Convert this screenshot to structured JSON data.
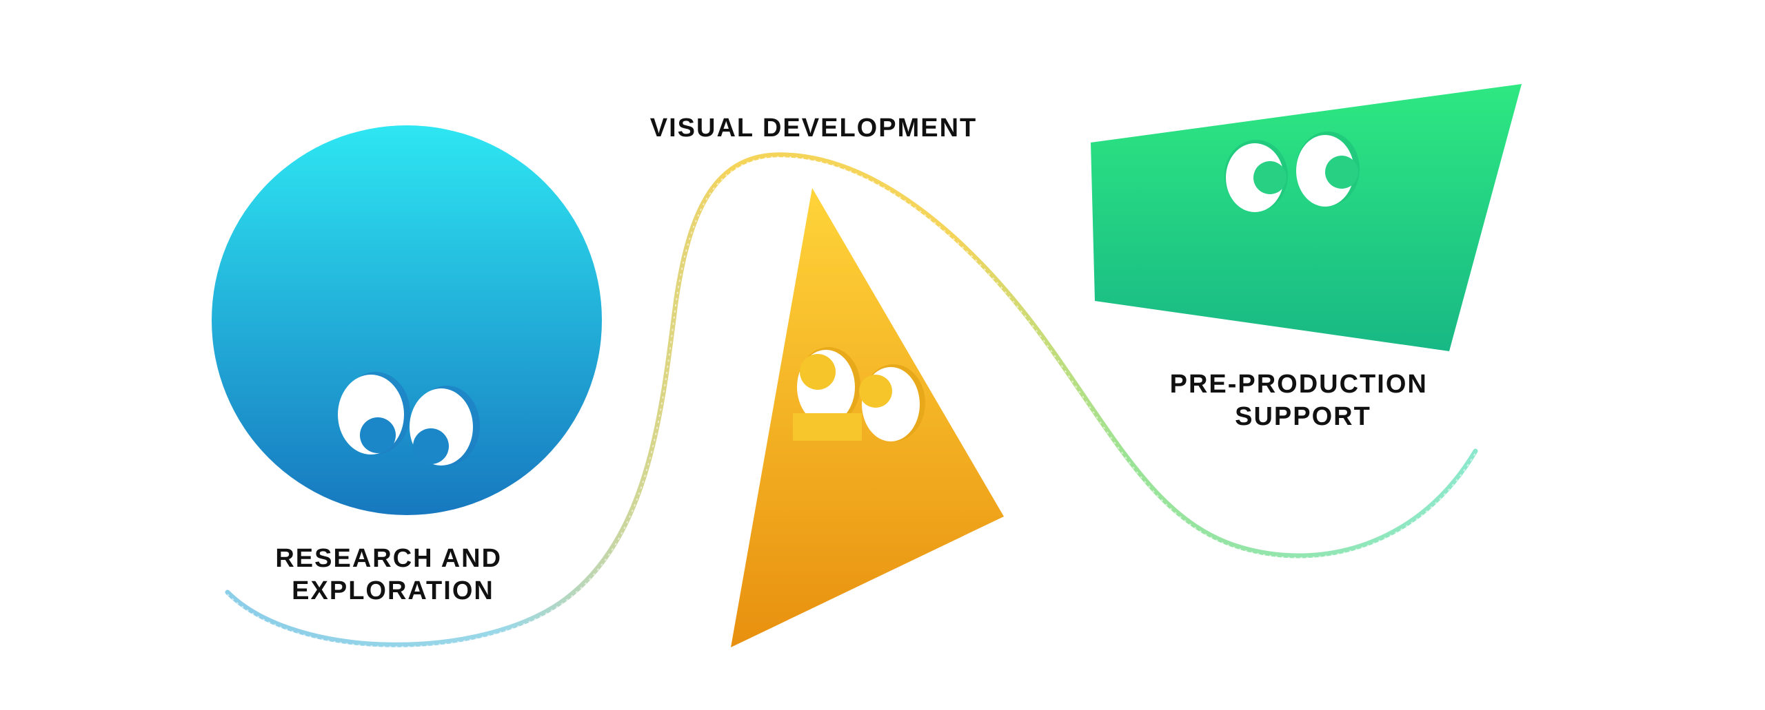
{
  "stages": [
    {
      "id": "research",
      "lines": [
        "RESEARCH AND",
        "EXPLORATION"
      ],
      "shape": "circle-icon",
      "color_top": "#2ee6f2",
      "color_bottom": "#1778bf"
    },
    {
      "id": "visual",
      "lines": [
        "VISUAL DEVELOPMENT"
      ],
      "shape": "triangle-icon",
      "color_top": "#ffd43a",
      "color_bottom": "#e8900f"
    },
    {
      "id": "preprod",
      "lines": [
        "PRE-PRODUCTION",
        "SUPPORT"
      ],
      "shape": "trapezoid-icon",
      "color_top": "#2ee882",
      "color_bottom": "#18b884"
    }
  ],
  "path": {
    "color_start": "#7ec8e6",
    "color_mid": "#f4cf48",
    "color_end": "#7fe6c8"
  }
}
